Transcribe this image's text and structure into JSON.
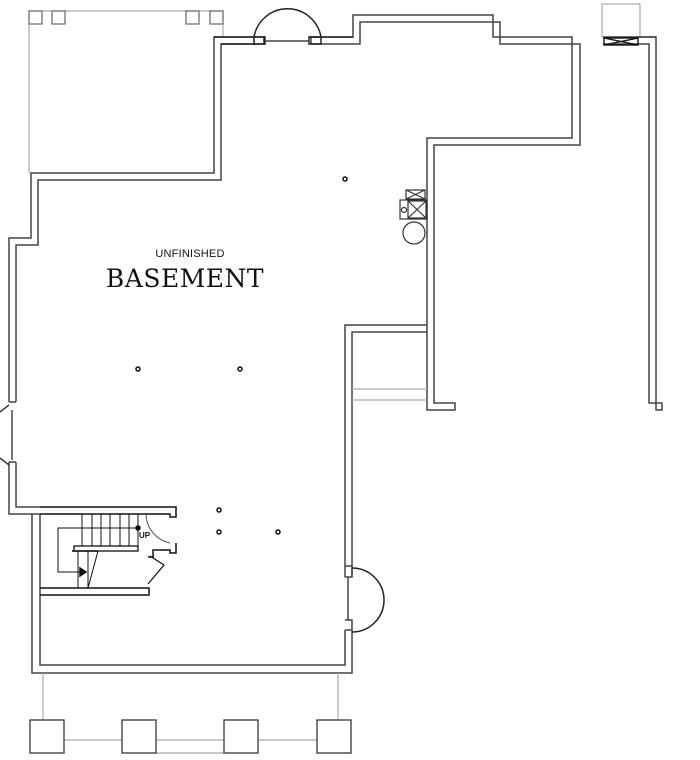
{
  "plan": {
    "room_label_sub": "UNFINISHED",
    "room_label_main": "BASEMENT",
    "stair_label": "UP"
  },
  "colors": {
    "wall": "#444444",
    "light_line": "#aaaaaa",
    "background": "#ffffff"
  },
  "fixtures": {
    "columns": 6,
    "mechanical": [
      "furnace",
      "water-heater",
      "vent"
    ]
  }
}
